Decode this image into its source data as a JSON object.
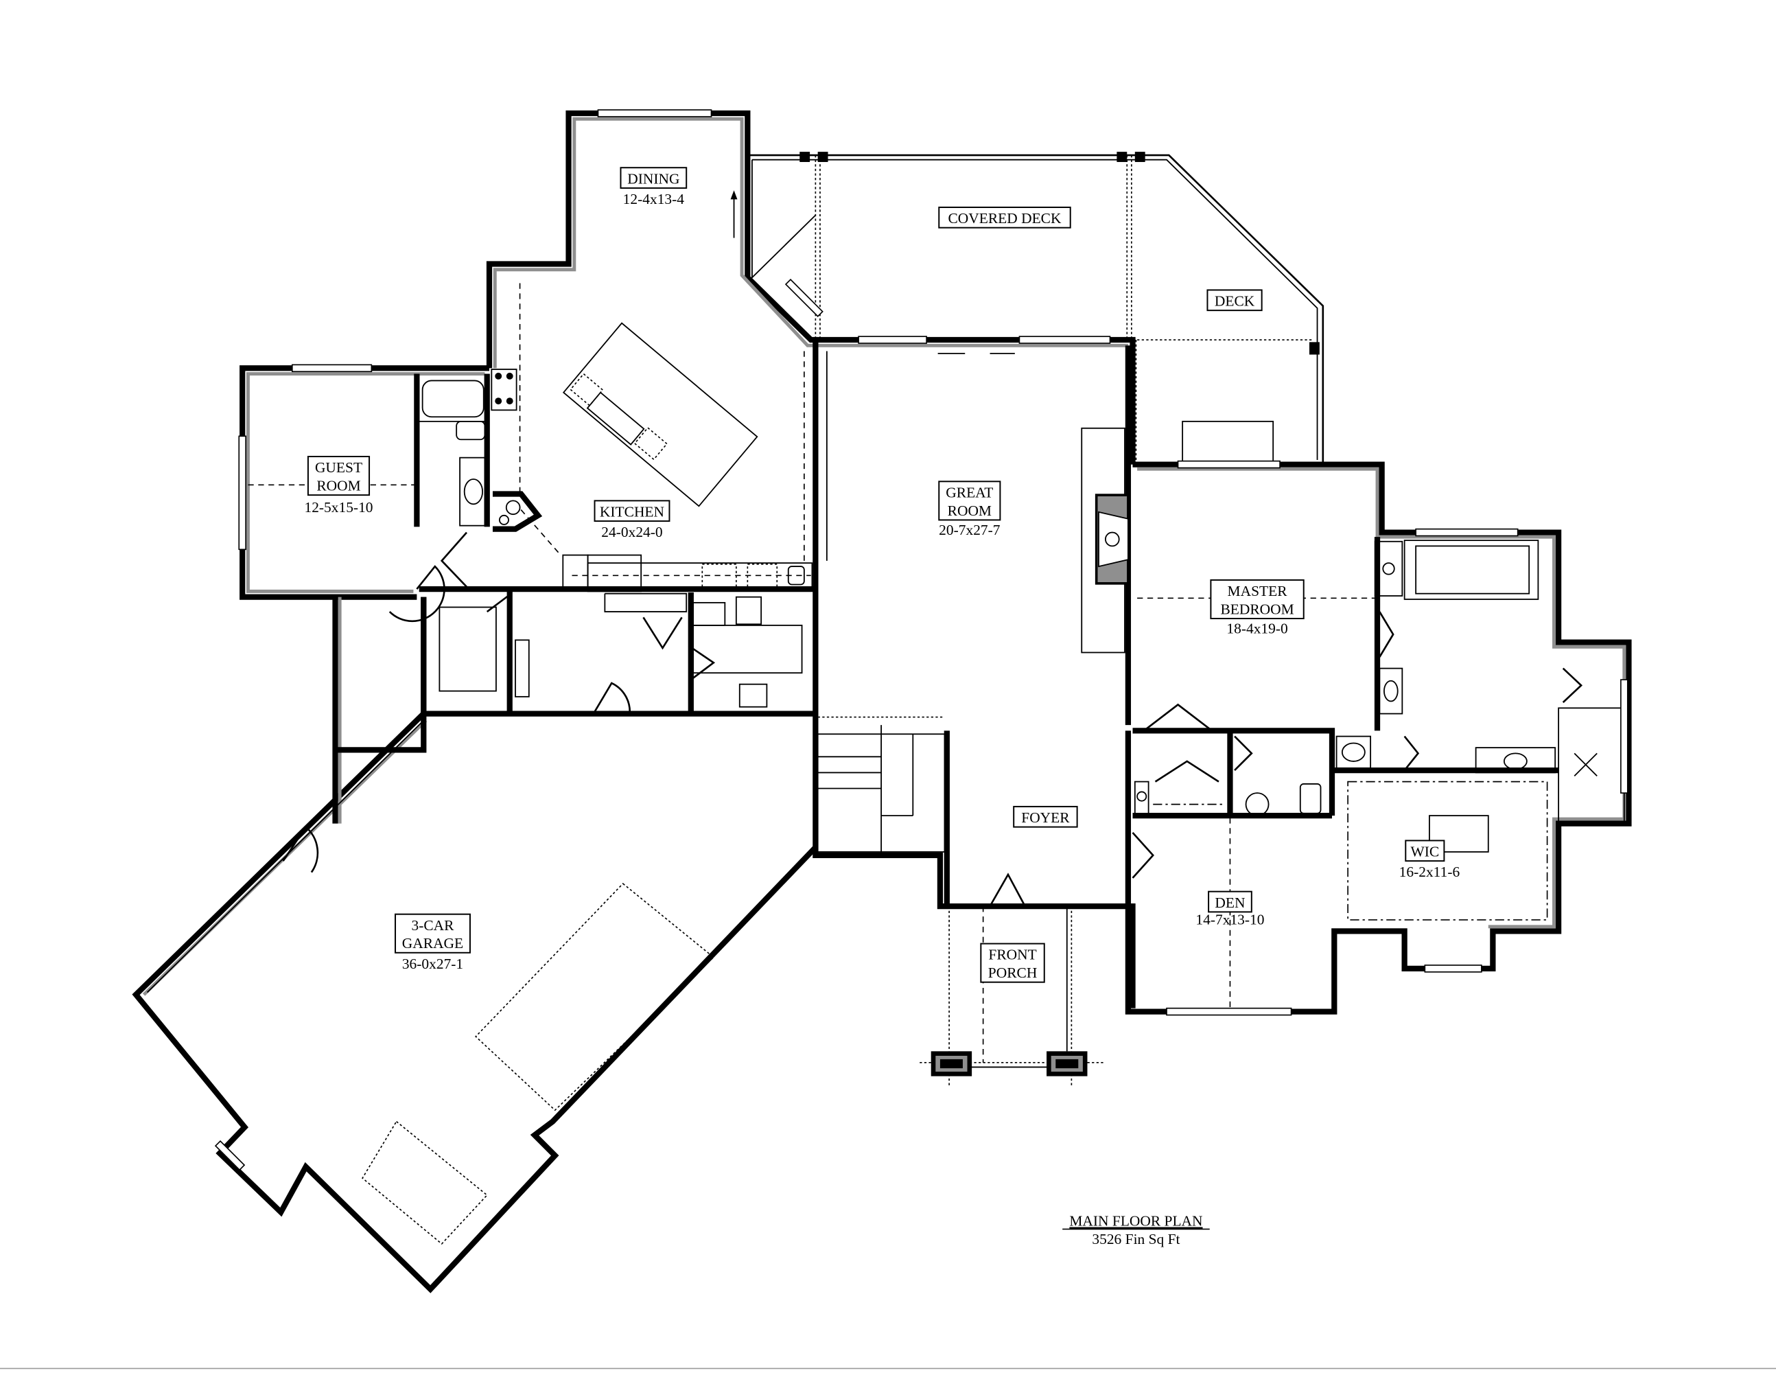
{
  "plan": {
    "title": "MAIN FLOOR PLAN",
    "subtitle": "3526 Fin Sq Ft"
  },
  "rooms": {
    "dining": {
      "name": "DINING",
      "size": "12-4x13-4"
    },
    "covered_deck": {
      "name": "COVERED DECK"
    },
    "deck": {
      "name": "DECK"
    },
    "guest_room": {
      "name_line1": "GUEST",
      "name_line2": "ROOM",
      "size": "12-5x15-10"
    },
    "kitchen": {
      "name": "KITCHEN",
      "size": "24-0x24-0"
    },
    "great_room": {
      "name_line1": "GREAT",
      "name_line2": "ROOM",
      "size": "20-7x27-7"
    },
    "master_bedroom": {
      "name_line1": "MASTER",
      "name_line2": "BEDROOM",
      "size": "18-4x19-0"
    },
    "foyer": {
      "name": "FOYER"
    },
    "wic": {
      "name": "WIC",
      "size": "16-2x11-6"
    },
    "den": {
      "name": "DEN",
      "size": "14-7x13-10"
    },
    "garage": {
      "name_line1": "3-CAR",
      "name_line2": "GARAGE",
      "size": "36-0x27-1"
    },
    "front_porch": {
      "name_line1": "FRONT",
      "name_line2": "PORCH"
    }
  },
  "colors": {
    "wall_fill": "#8f8f8f",
    "line": "#000000",
    "background": "#ffffff"
  }
}
